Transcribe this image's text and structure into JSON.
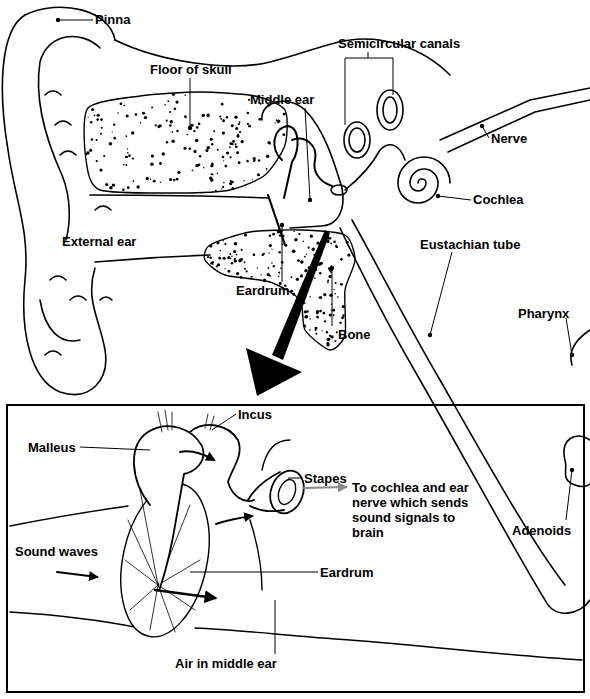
{
  "diagram": {
    "labels": [
      "Pinna",
      "Semicircular canals",
      "Floor of skull",
      "Middle ear",
      "Nerve",
      "Cochlea",
      "External ear",
      "Eustachian tube",
      "Eardrum",
      "Pharynx",
      "Bone",
      "Incus",
      "Malleus",
      "Stapes",
      "To cochlea and ear nerve which sends sound signals to brain",
      "Adenoids",
      "Sound waves",
      "Eardrum",
      "Air in middle ear"
    ]
  }
}
